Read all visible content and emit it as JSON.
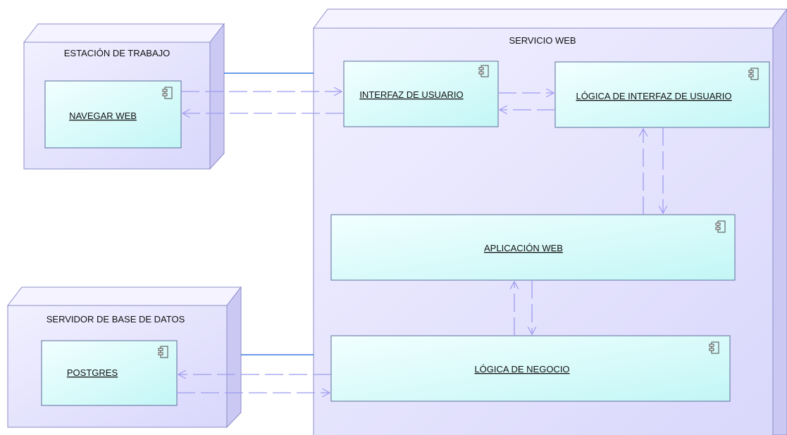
{
  "colors": {
    "node_fill": "#e9e8ff",
    "node_fill_dark": "#cfcdf6",
    "node_stroke": "#8c8cc8",
    "component_fill": "#d6fbfb",
    "component_stroke": "#5a6f9a",
    "dependency_line": "#9e9cf0",
    "connection_line": "#3a7be0"
  },
  "nodes": {
    "workstation": {
      "title": "ESTACIÓN DE TRABAJO"
    },
    "web_service": {
      "title": "SERVICIO WEB"
    },
    "db_server": {
      "title": "SERVIDOR DE BASE DE DATOS"
    }
  },
  "components": {
    "browse_web": {
      "label": "NAVEGAR WEB",
      "icon": "component-icon"
    },
    "user_interface": {
      "label": "INTERFAZ DE USUARIO",
      "icon": "component-icon"
    },
    "ui_logic": {
      "label": "LÓGICA DE INTERFAZ DE USUARIO",
      "icon": "component-icon"
    },
    "web_app": {
      "label": "APLICACIÓN WEB",
      "icon": "component-icon"
    },
    "business_logic": {
      "label": "LÓGICA DE NEGOCIO",
      "icon": "component-icon"
    },
    "postgres": {
      "label": "POSTGRES",
      "icon": "component-icon"
    }
  }
}
